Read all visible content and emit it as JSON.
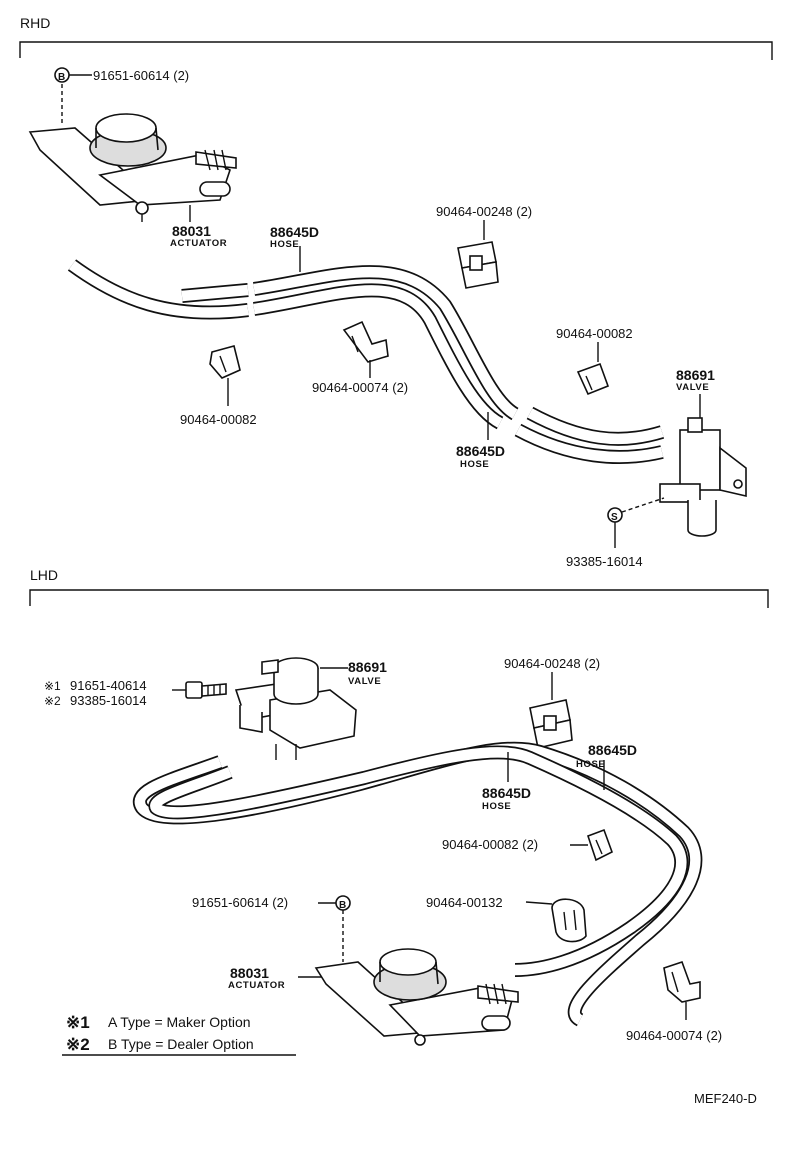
{
  "sections": {
    "rhd": "RHD",
    "lhd": "LHD"
  },
  "rhd": {
    "bolt": {
      "marker": "B",
      "part": "91651-60614 (2)"
    },
    "actuator": {
      "part": "88031",
      "name": "ACTUATOR"
    },
    "hose_upper": {
      "part": "88645D",
      "name": "HOSE"
    },
    "hose_lower": {
      "part": "88645D",
      "name": "HOSE"
    },
    "clip_top": {
      "part": "90464-00248 (2)"
    },
    "clip_mid": {
      "part": "90464-00074 (2)"
    },
    "clip_left": {
      "part": "90464-00082"
    },
    "clip_right": {
      "part": "90464-00082"
    },
    "valve": {
      "part": "88691",
      "name": "VALVE"
    },
    "screw": {
      "marker": "S",
      "part": "93385-16014"
    }
  },
  "lhd": {
    "bolt1": {
      "mark": "※1",
      "part": "91651-40614"
    },
    "bolt2": {
      "mark": "※2",
      "part": "93385-16014"
    },
    "valve": {
      "part": "88691",
      "name": "VALVE"
    },
    "clip_top": {
      "part": "90464-00248 (2)"
    },
    "hose_outer": {
      "part": "88645D",
      "name": "HOSE"
    },
    "hose_inner": {
      "part": "88645D",
      "name": "HOSE"
    },
    "clip_082": {
      "part": "90464-00082 (2)"
    },
    "clip_132": {
      "part": "90464-00132"
    },
    "bolt_b": {
      "marker": "B",
      "part": "91651-60614 (2)"
    },
    "actuator": {
      "part": "88031",
      "name": "ACTUATOR"
    },
    "clip_074": {
      "part": "90464-00074 (2)"
    }
  },
  "legend": {
    "note1": {
      "mark": "※1",
      "text": "A Type = Maker Option"
    },
    "note2": {
      "mark": "※2",
      "text": "B Type = Dealer Option"
    }
  },
  "figure_code": "MEF240-D"
}
